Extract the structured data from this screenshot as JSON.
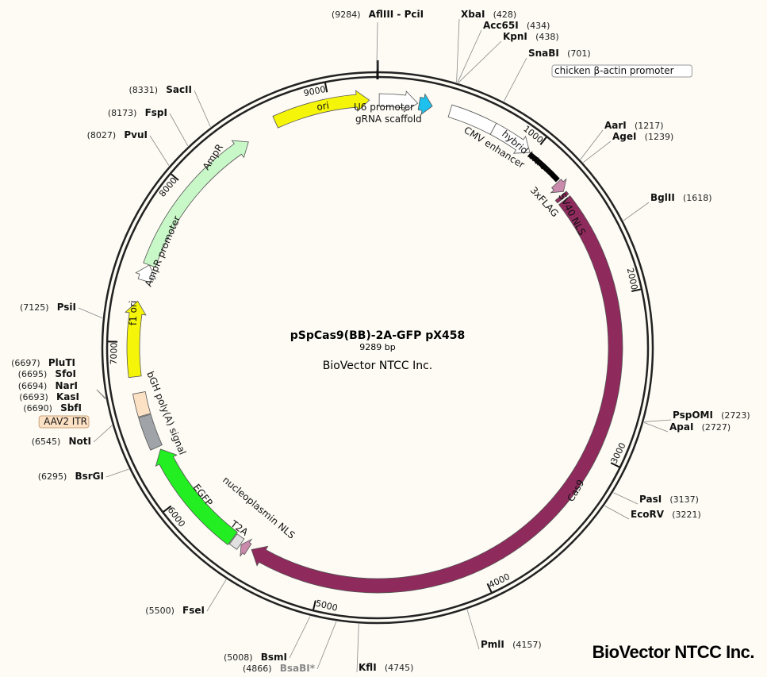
{
  "title": "pSpCas9(BB)-2A-GFP pX458",
  "length": "9289 bp",
  "length_bp": 9289,
  "subtitle": "BioVector NTCC Inc.",
  "watermark": "BioVector NTCC Inc.",
  "ticks": [
    "1000",
    "2000",
    "3000",
    "4000",
    "5000",
    "6000",
    "7000",
    "8000",
    "9000"
  ],
  "features": [
    {
      "name": "ori",
      "start": 8660,
      "end": 9240,
      "color": "#f5f50a",
      "dir": 1
    },
    {
      "name": "U6 promoter",
      "start": 10,
      "end": 241,
      "color": "#ffffff",
      "dir": 1
    },
    {
      "name": "gRNA scaffold",
      "start": 250,
      "end": 330,
      "color": "#1ec0ee",
      "dir": 1
    },
    {
      "name": "CMV enhancer",
      "start": 440,
      "end": 720,
      "color": "#ffffff",
      "dir": 0
    },
    {
      "name": "chicken β-actin promoter",
      "start": 720,
      "end": 980,
      "color": "#ffffff",
      "dir": 1
    },
    {
      "name": "hybrid intron",
      "start": 985,
      "end": 1215,
      "color": "#000000",
      "dir": 0
    },
    {
      "name": "3xFLAG",
      "start": 1225,
      "end": 1290,
      "color": "#c98aab",
      "dir": 1
    },
    {
      "name": "SV40 NLS",
      "start": 1300,
      "end": 1322,
      "color": "#8e2a5c",
      "dir": 0
    },
    {
      "name": "Cas9",
      "start": 1335,
      "end": 5470,
      "color": "#8e2a5c",
      "dir": 1
    },
    {
      "name": "nucleoplasmin NLS",
      "start": 5490,
      "end": 5540,
      "color": "#c98aab",
      "dir": 1
    },
    {
      "name": "T2A",
      "start": 5545,
      "end": 5600,
      "color": "#e0e0e0",
      "dir": 0
    },
    {
      "name": "EGFP",
      "start": 5605,
      "end": 6320,
      "color": "#22ee22",
      "dir": 1
    },
    {
      "name": "bGH poly(A) signal",
      "start": 6340,
      "end": 6545,
      "color": "#a0a4a8",
      "dir": 0
    },
    {
      "name": "AAV2 ITR",
      "start": 6550,
      "end": 6690,
      "color": "#fde1c4",
      "dir": 0
    },
    {
      "name": "f1 ori",
      "start": 6790,
      "end": 7250,
      "color": "#f5f50a",
      "dir": 1
    },
    {
      "name": "AmpR promoter",
      "start": 7380,
      "end": 7480,
      "color": "#ffffff",
      "dir": 1
    },
    {
      "name": "AmpR",
      "start": 7480,
      "end": 8460,
      "color": "#c8f7c8",
      "dir": 1
    }
  ],
  "sites": [
    {
      "name": "AflIII - PciI",
      "pos": "(9284)",
      "bp": 9284
    },
    {
      "name": "XbaI",
      "pos": "(428)",
      "bp": 428
    },
    {
      "name": "Acc65I",
      "pos": "(434)",
      "bp": 434
    },
    {
      "name": "KpnI",
      "pos": "(438)",
      "bp": 438
    },
    {
      "name": "SnaBI",
      "pos": "(701)",
      "bp": 701
    },
    {
      "name": "AarI",
      "pos": "(1217)",
      "bp": 1217
    },
    {
      "name": "AgeI",
      "pos": "(1239)",
      "bp": 1239
    },
    {
      "name": "BglII",
      "pos": "(1618)",
      "bp": 1618
    },
    {
      "name": "PspOMI",
      "pos": "(2723)",
      "bp": 2723
    },
    {
      "name": "ApaI",
      "pos": "(2727)",
      "bp": 2727
    },
    {
      "name": "PasI",
      "pos": "(3137)",
      "bp": 3137
    },
    {
      "name": "EcoRV",
      "pos": "(3221)",
      "bp": 3221
    },
    {
      "name": "PmlI",
      "pos": "(4157)",
      "bp": 4157
    },
    {
      "name": "KflI",
      "pos": "(4745)",
      "bp": 4745
    },
    {
      "name": "BsmI",
      "pos": "(5008)",
      "bp": 5008
    },
    {
      "name": "BsaBI*",
      "pos": "(4866)",
      "bp": 4866,
      "muted": true
    },
    {
      "name": "FseI",
      "pos": "(5500)",
      "bp": 5500
    },
    {
      "name": "BsrGI",
      "pos": "(6295)",
      "bp": 6295
    },
    {
      "name": "NotI",
      "pos": "(6545)",
      "bp": 6545
    },
    {
      "name": "SbfI",
      "pos": "(6690)",
      "bp": 6690
    },
    {
      "name": "KasI",
      "pos": "(6693)",
      "bp": 6693
    },
    {
      "name": "NarI",
      "pos": "(6694)",
      "bp": 6694
    },
    {
      "name": "SfoI",
      "pos": "(6695)",
      "bp": 6695
    },
    {
      "name": "PluTI",
      "pos": "(6697)",
      "bp": 6697
    },
    {
      "name": "PsiI",
      "pos": "(7125)",
      "bp": 7125
    },
    {
      "name": "PvuI",
      "pos": "(8027)",
      "bp": 8027
    },
    {
      "name": "FspI",
      "pos": "(8173)",
      "bp": 8173
    },
    {
      "name": "SacII",
      "pos": "(8331)",
      "bp": 8331
    }
  ]
}
